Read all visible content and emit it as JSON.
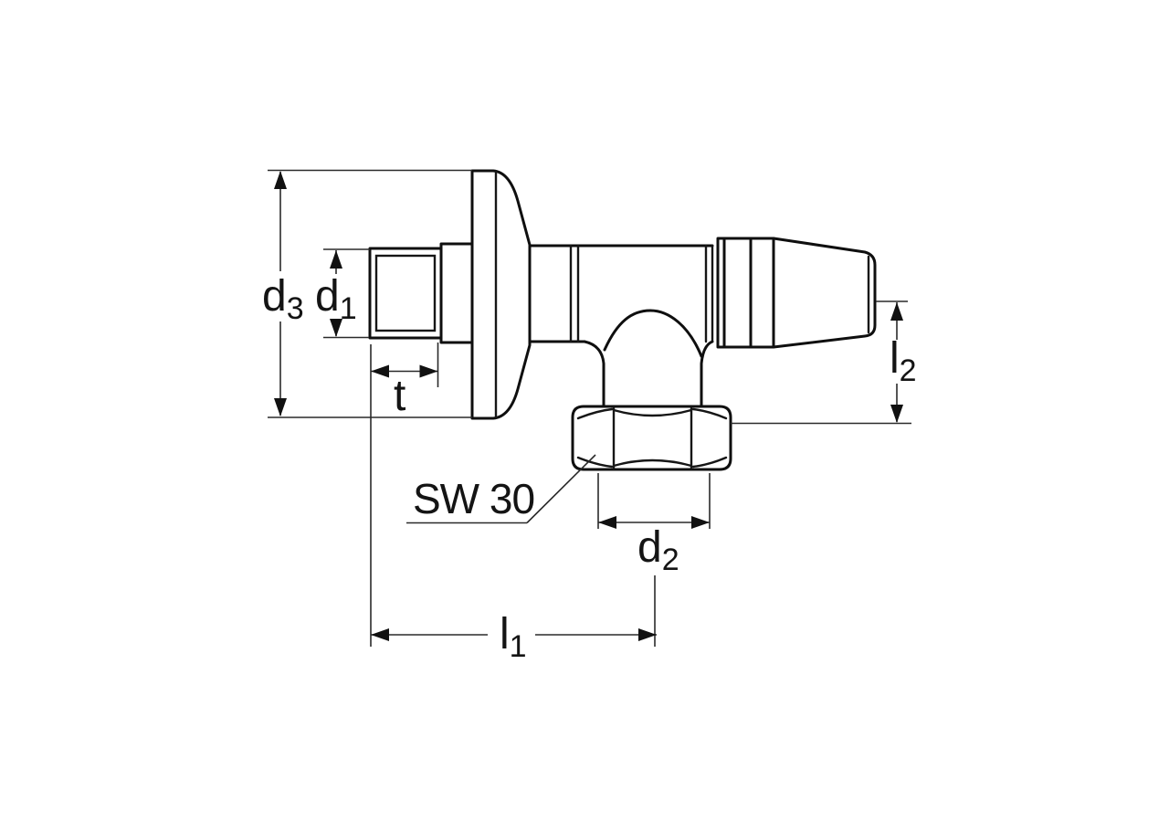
{
  "drawing": {
    "background_color": "#ffffff",
    "outline_color": "#0f0f0f",
    "dimension_line_color": "#2a2a2a",
    "text_color": "#141414",
    "labels": {
      "d3": {
        "base": "d",
        "sub": "3"
      },
      "d1": {
        "base": "d",
        "sub": "1"
      },
      "t": {
        "base": "t"
      },
      "sw": {
        "text": "SW 30"
      },
      "d2": {
        "base": "d",
        "sub": "2"
      },
      "l1": {
        "base": "l",
        "sub": "1"
      },
      "l2": {
        "base": "l",
        "sub": "2"
      }
    }
  }
}
